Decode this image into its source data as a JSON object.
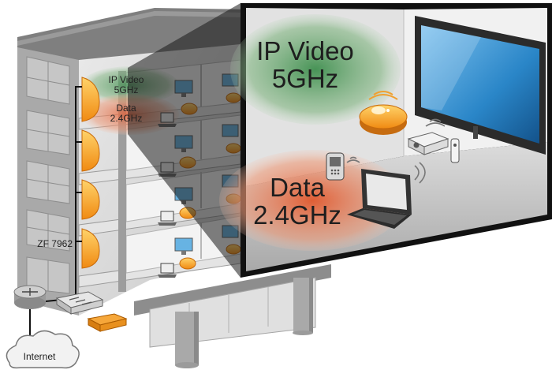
{
  "labels": {
    "ip_video": "IP Video",
    "band_5": "5GHz",
    "data": "Data",
    "band_24": "2.4GHz",
    "model": "ZF 7962",
    "internet": "Internet"
  },
  "colors": {
    "ip_video_zone": "#6fa86f",
    "data_zone": "#e98561",
    "access_point": "#f4a21c",
    "building_light": "#d8d8d8",
    "building_dark": "#8a8a8a",
    "zoom_frame": "#111111",
    "tv_screen": "#2a86c8"
  },
  "icons": [
    "access-point-icon",
    "laptop-icon",
    "monitor-icon",
    "tv-icon",
    "projector-icon",
    "phone-icon",
    "remote-icon",
    "switch-icon",
    "router-icon",
    "cloud-icon",
    "wifi-icon"
  ]
}
